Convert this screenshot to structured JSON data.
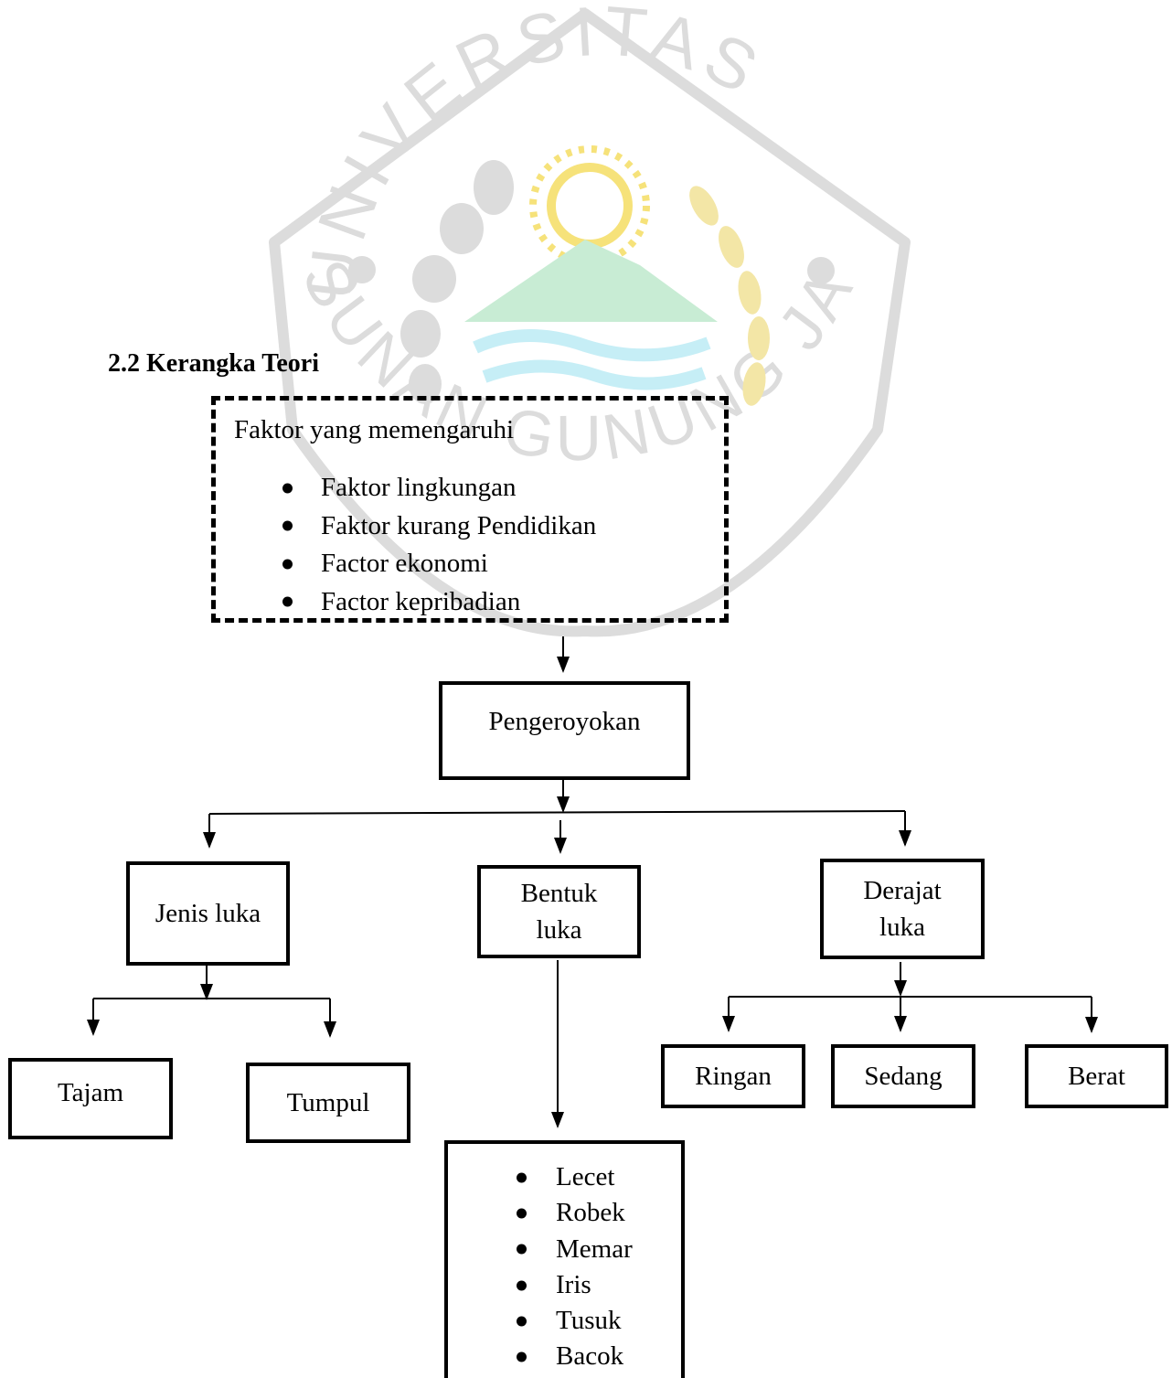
{
  "heading": "2.2 Kerangka Teori",
  "factors": {
    "title": "Faktor yang memengaruhi",
    "items": [
      "Faktor lingkungan",
      "Faktor kurang Pendidikan",
      "Factor ekonomi",
      "Factor kepribadian"
    ]
  },
  "center": "Pengeroyokan",
  "jenis_luka": {
    "title": "Jenis luka",
    "children": [
      "Tajam",
      "Tumpul"
    ]
  },
  "bentuk_luka": {
    "title": "Bentuk\nluka",
    "items": [
      "Lecet",
      "Robek",
      "Memar",
      "Iris",
      "Tusuk",
      "Bacok"
    ]
  },
  "derajat_luka": {
    "title": "Derajat\nluka",
    "children": [
      "Ringan",
      "Sedang",
      "Berat"
    ]
  },
  "watermark": {
    "text_top": "UNIVERSITAS",
    "text_bottom": "SUNAN GUNUNG JATI",
    "colors": {
      "gray": "#dcdcdc",
      "sun": "#f6e27a",
      "mountain": "#c8ecd4",
      "water": "#c6eef6",
      "paddy": "#f3e6a6"
    }
  }
}
